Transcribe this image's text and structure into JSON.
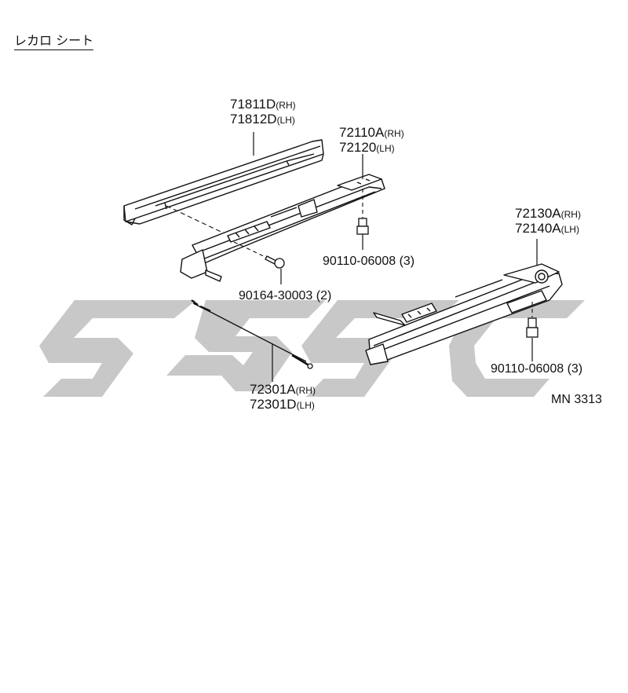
{
  "title": "レカロ シート",
  "diagram_id": "MN 3313",
  "watermark_text": "SJSC",
  "colors": {
    "ink": "#111111",
    "watermark": "#c8c8c8",
    "background": "#ffffff"
  },
  "labels": {
    "cover": {
      "num1": "71811D",
      "side1": "(RH)",
      "num2": "71812D",
      "side2": "(LH)"
    },
    "rail_a": {
      "num1": "72110A",
      "side1": "(RH)",
      "num2": "72120",
      "side2": "(LH)"
    },
    "rail_b": {
      "num1": "72130A",
      "side1": "(RH)",
      "num2": "72140A",
      "side2": "(LH)"
    },
    "cable": {
      "num1": "72301A",
      "side1": "(RH)",
      "num2": "72301D",
      "side2": "(LH)"
    },
    "bolt_a": "90110-06008 (3)",
    "bolt_b": "90110-06008 (3)",
    "screw": "90164-30003 (2)"
  }
}
